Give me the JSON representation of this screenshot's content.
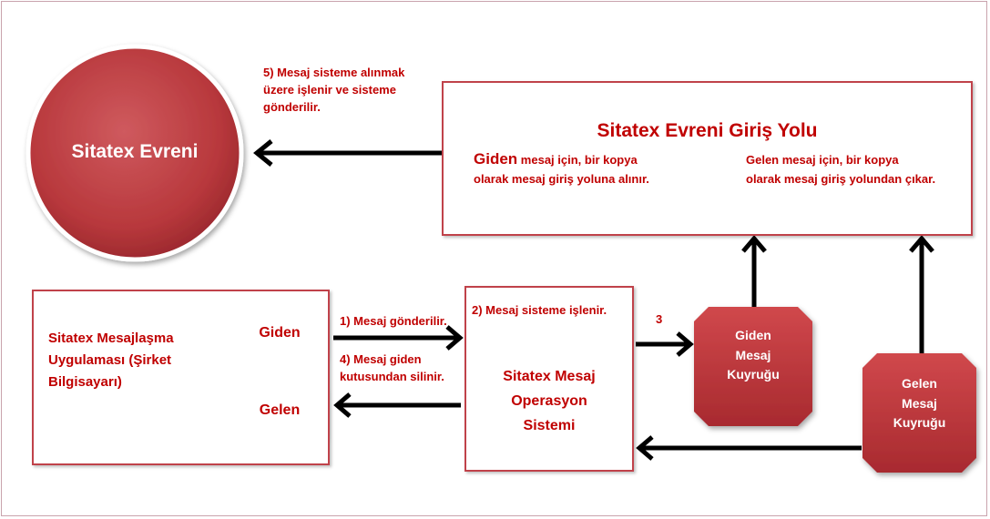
{
  "nodes": {
    "universe": "Sitatex Evreni",
    "gateway_title": "Sitatex Evreni Giriş Yolu",
    "gateway_outgoing_lead": "Giden",
    "gateway_outgoing_rest": "mesaj için, bir kopya",
    "gateway_outgoing_line2": "olarak mesaj giriş yoluna alınır.",
    "gateway_incoming_line1": "Gelen mesaj için, bir kopya",
    "gateway_incoming_line2": "olarak mesaj giriş yolundan çıkar.",
    "app_line1": "Sitatex Mesajlaşma",
    "app_line2": "Uygulaması (Şirket",
    "app_line3": "Bilgisayarı)",
    "outbox": "Giden",
    "inbox": "Gelen",
    "ops_line1": "Sitatex Mesaj",
    "ops_line2": "Operasyon",
    "ops_line3": "Sistemi",
    "out_queue_line1": "Giden",
    "out_queue_line2": "Mesaj",
    "out_queue_line3": "Kuyruğu",
    "in_queue_line1": "Gelen",
    "in_queue_line2": "Mesaj",
    "in_queue_line3": "Kuyruğu"
  },
  "steps": {
    "step1": "1) Mesaj gönderilir.",
    "step2": "2) Mesaj sisteme işlenir.",
    "step3": "3",
    "step4_line1": "4) Mesaj giden",
    "step4_line2": "kutusundan silinir.",
    "step5_line1": "5) Mesaj sisteme alınmak",
    "step5_line2": "üzere işlenir ve sisteme",
    "step5_line3": "gönderilir."
  },
  "colors": {
    "accent_red": "#c00000",
    "node_red": "#b8383c",
    "box_border": "#c0424a"
  },
  "icons": {
    "flow_arrow": "arrow-icon"
  }
}
